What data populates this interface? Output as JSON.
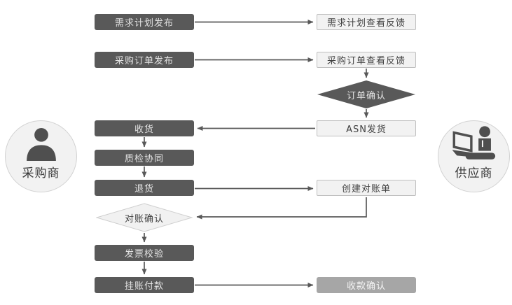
{
  "flow": {
    "actors": {
      "buyer": "采购商",
      "supplier": "供应商"
    },
    "buyer_steps": [
      "需求计划发布",
      "采购订单发布",
      "收货",
      "质检协同",
      "退货",
      "对账确认",
      "发票校验",
      "挂账付款"
    ],
    "supplier_steps": [
      "需求计划查看反馈",
      "采购订单查看反馈",
      "订单确认",
      "ASN发货",
      "创建对账单",
      "收款确认"
    ],
    "colors": {
      "dark_node": "#595959",
      "dark_node_text": "#e3e3e3",
      "light_node_fill": "#f2f2f2",
      "light_node_border": "#bfbfbf",
      "light_node_text": "#3f3f3f",
      "medium_node": "#a6a6a6",
      "medium_node_text": "#f5f5f5",
      "connector": "#595959",
      "actor_circle_fill": "#f2f2f2",
      "actor_circle_border": "#d2d2d2",
      "icon_color": "#4f4f4f"
    }
  }
}
